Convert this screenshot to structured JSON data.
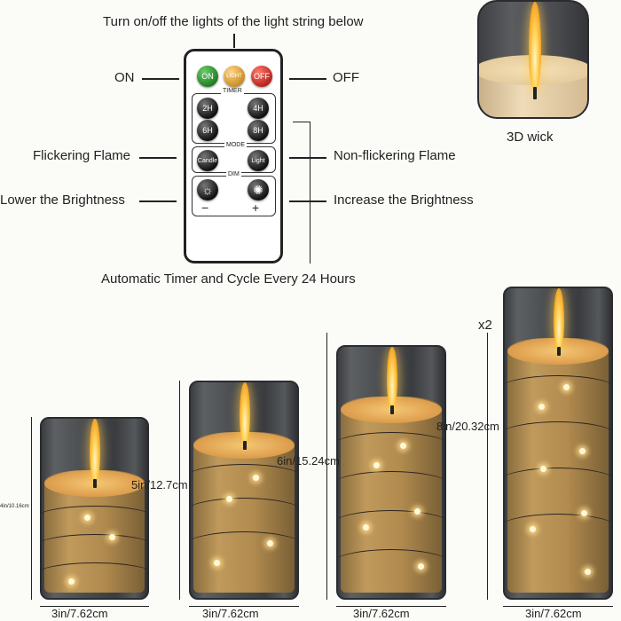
{
  "top_caption": "Turn on/off the lights of the light string below",
  "remote": {
    "on": "ON",
    "light_top": "LIGHT",
    "off": "OFF",
    "timer_title": "TIMER",
    "t2": "2H",
    "t4": "4H",
    "t6": "6H",
    "t8": "8H",
    "mode_title": "MODE",
    "candle": "Candle",
    "light": "Light",
    "dim_title": "DIM",
    "minus": "−",
    "plus": "+"
  },
  "labels": {
    "on": "ON",
    "off": "OFF",
    "flicker": "Flickering Flame",
    "nonflicker": "Non-flickering Flame",
    "lower": "Lower the Brightness",
    "increase": "Increase the Brightness",
    "auto_timer": "Automatic Timer and Cycle Every 24 Hours",
    "wick": "3D wick"
  },
  "quantity": "x2",
  "candles": [
    {
      "height": "4in/10.16cm",
      "width": "3in/7.62cm"
    },
    {
      "height": "5in/12.7cm",
      "width": "3in/7.62cm"
    },
    {
      "height": "6in/15.24cm",
      "width": "3in/7.62cm"
    },
    {
      "height": "8in/20.32cm",
      "width": "3in/7.62cm"
    }
  ],
  "colors": {
    "on_button": "#2e8b2e",
    "light_button": "#e0a030",
    "off_button": "#d0302a",
    "flame": "#ffd35a"
  }
}
